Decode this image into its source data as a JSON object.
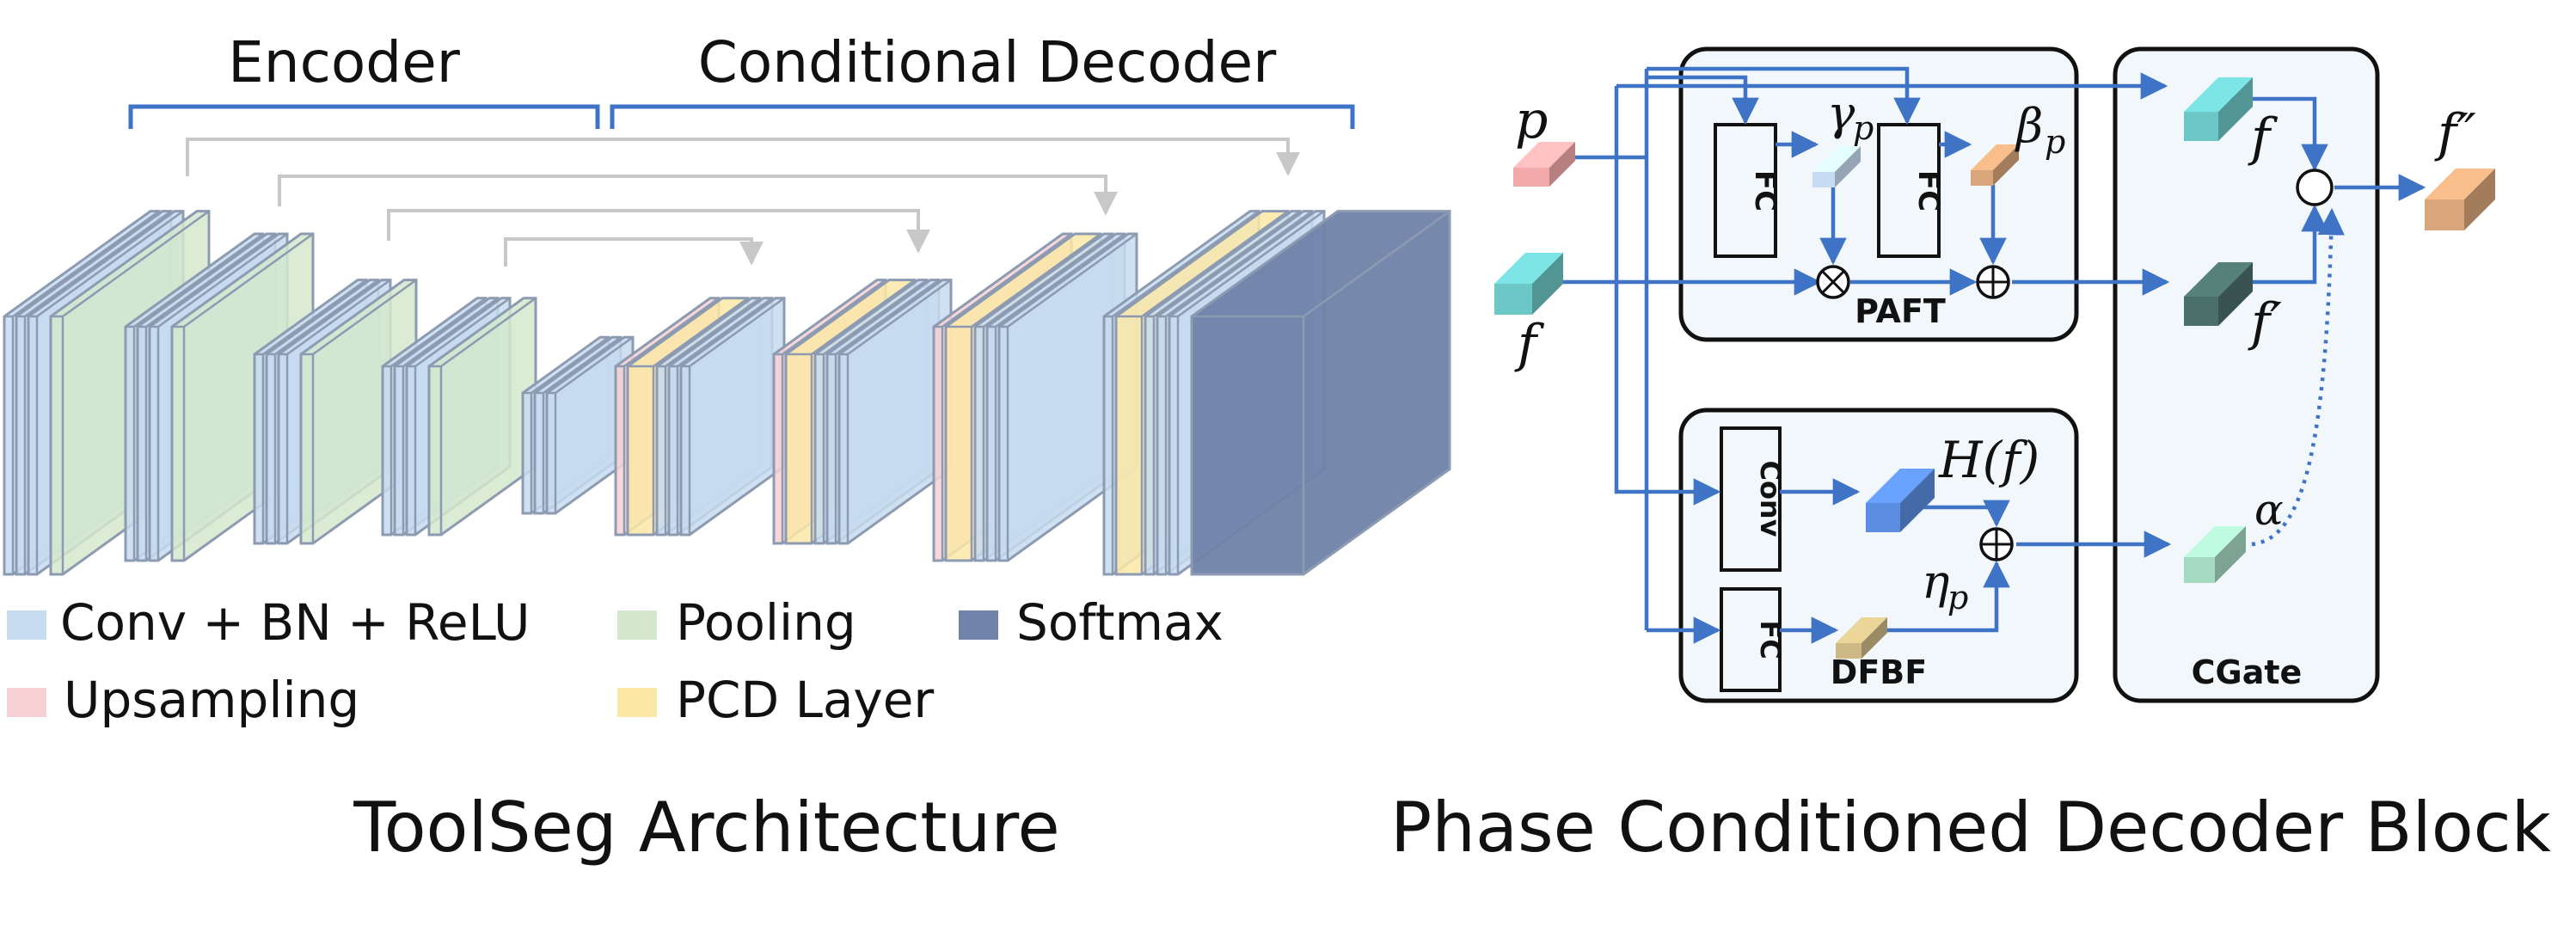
{
  "left_panel": {
    "encoder_label": "Encoder",
    "decoder_label": "Conditional Decoder",
    "caption": "ToolSeg Architecture",
    "legend": [
      {
        "label": "Conv + BN + ReLU",
        "color": "#c6dbef"
      },
      {
        "label": "Pooling",
        "color": "#d5e8cd"
      },
      {
        "label": "Softmax",
        "color": "#6f82a8"
      },
      {
        "label": "Upsampling",
        "color": "#f7d0d4"
      },
      {
        "label": "PCD Layer",
        "color": "#fbe7a6"
      }
    ]
  },
  "right_panel": {
    "caption": "Phase Conditioned Decoder Block",
    "modules": {
      "paft": "PAFT",
      "dfbf": "DFBF",
      "cgate": "CGate"
    },
    "blocks": {
      "fc": "FC",
      "conv": "Conv"
    },
    "symbols": {
      "p": "p",
      "f": "f",
      "gamma": "γ",
      "gamma_sub": "p",
      "beta": "β",
      "beta_sub": "p",
      "eta": "η",
      "eta_sub": "p",
      "h_of_f": "H(f)",
      "f_prime": "f′",
      "f_dprime": "f″",
      "alpha": "α",
      "otimes": "⊗",
      "oplus": "⊕"
    }
  },
  "colors": {
    "arrow": "#3f73c6",
    "module_fill": "#f1f7fa",
    "bracket": "#3f73c6",
    "skip": "#c8c8c8",
    "teal": "#6cc7c7",
    "dark_teal": "#4b6f6a",
    "orange": "#d9a57a",
    "pink": "#f2a9aa",
    "blue_tensor": "#5b8de0",
    "light_blue_tensor": "#c6dcf2",
    "tan": "#cdb985",
    "mint": "#a6dbc2"
  }
}
